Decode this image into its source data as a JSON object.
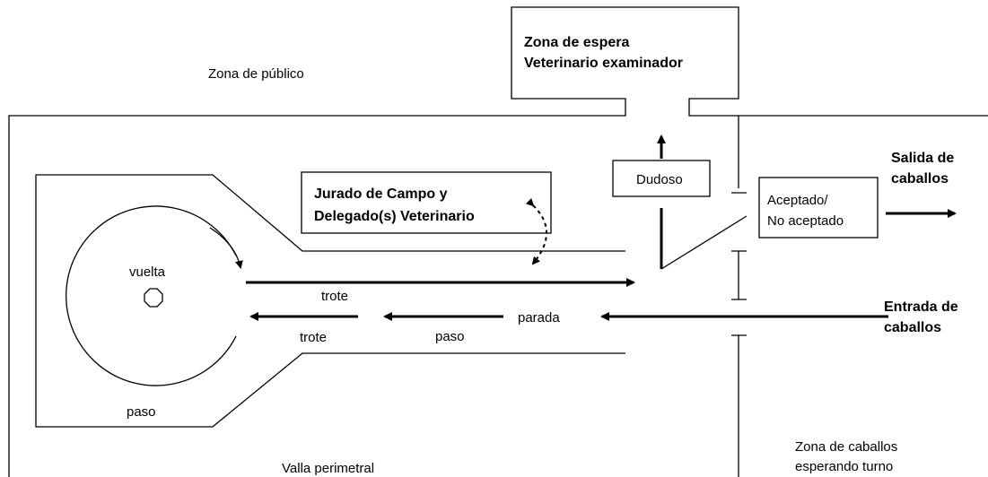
{
  "labels": {
    "zona_publico": "Zona de público",
    "zona_espera_1": "Zona de espera",
    "zona_espera_2": "Veterinario examinador",
    "salida_1": "Salida de",
    "salida_2": "caballos",
    "entrada_1": "Entrada de",
    "entrada_2": "caballos",
    "dudoso": "Dudoso",
    "aceptado_1": "Aceptado/",
    "aceptado_2": "No aceptado",
    "jurado_1": "Jurado de Campo y",
    "jurado_2": "Delegado(s) Veterinario",
    "vuelta": "vuelta",
    "trote_upper": "trote",
    "trote_lower": "trote",
    "paso_lower": "paso",
    "paso_circle": "paso",
    "parada": "parada",
    "valla": "Valla perimetral",
    "zona_caballos_1": "Zona de caballos",
    "zona_caballos_2": "esperando turno"
  }
}
